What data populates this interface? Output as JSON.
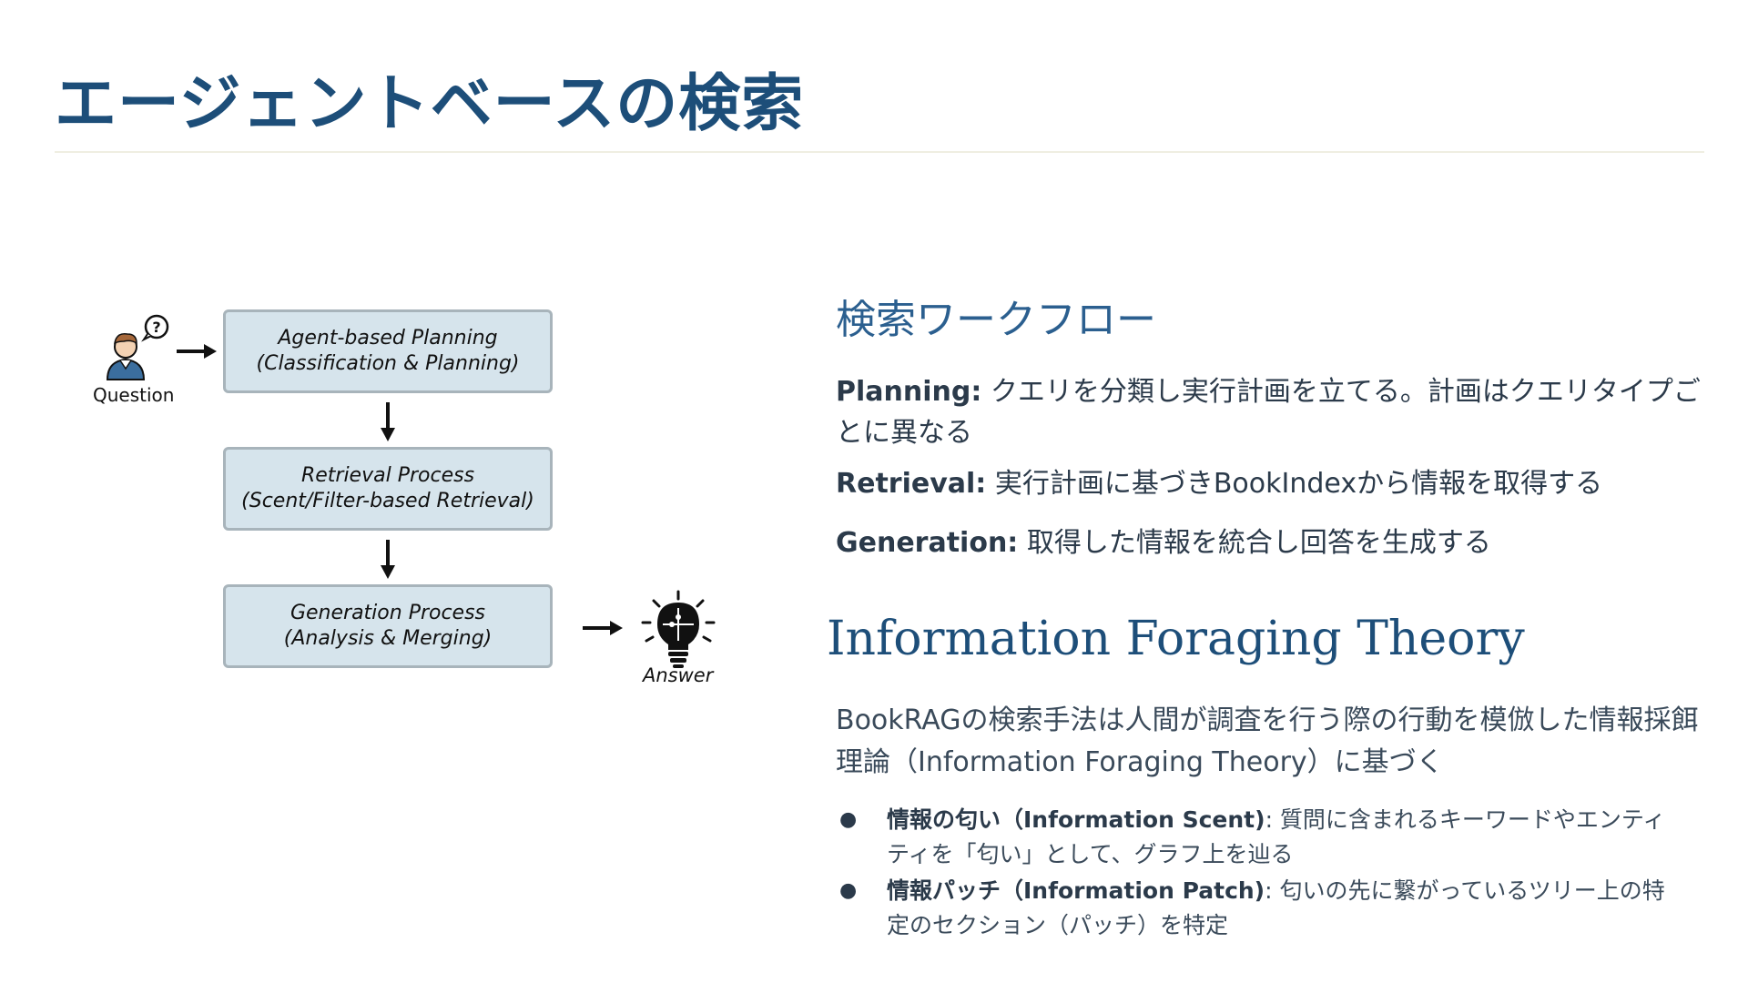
{
  "title": "エージェントベースの検索",
  "diagram": {
    "question_label": "Question",
    "answer_label": "Answer",
    "steps": [
      {
        "line1": "Agent-based Planning",
        "line2": "(Classification & Planning)"
      },
      {
        "line1": "Retrieval Process",
        "line2": "(Scent/Filter-based Retrieval)"
      },
      {
        "line1": "Generation Process",
        "line2": "(Analysis & Merging)"
      }
    ]
  },
  "workflow": {
    "heading": "検索ワークフロー",
    "items": [
      {
        "term": "Planning:",
        "text": " クエリを分類し実行計画を立てる。計画はクエリタイプごとに異なる"
      },
      {
        "term": "Retrieval:",
        "text": " 実行計画に基づきBookIndexから情報を取得する"
      },
      {
        "term": "Generation:",
        "text": " 取得した情報を統合し回答を生成する"
      }
    ]
  },
  "ift": {
    "heading": "Information Foraging Theory",
    "intro": "BookRAGの検索手法は人間が調査を行う際の行動を模倣した情報採餌理論（Information Foraging Theory）に基づく",
    "bullets": [
      {
        "term": "情報の匂い（Information Scent)",
        "text": ": 質問に含まれるキーワードやエンティティを「匂い」として、グラフ上を辿る"
      },
      {
        "term": "情報パッチ（Information Patch)",
        "text": ": 匂いの先に繋がっているツリー上の特定のセクション（パッチ）を特定"
      }
    ]
  },
  "colors": {
    "title": "#1d4e79",
    "box_fill": "#d6e4ec",
    "box_border": "#a8b4bb",
    "body_text": "#2b3a4a"
  }
}
